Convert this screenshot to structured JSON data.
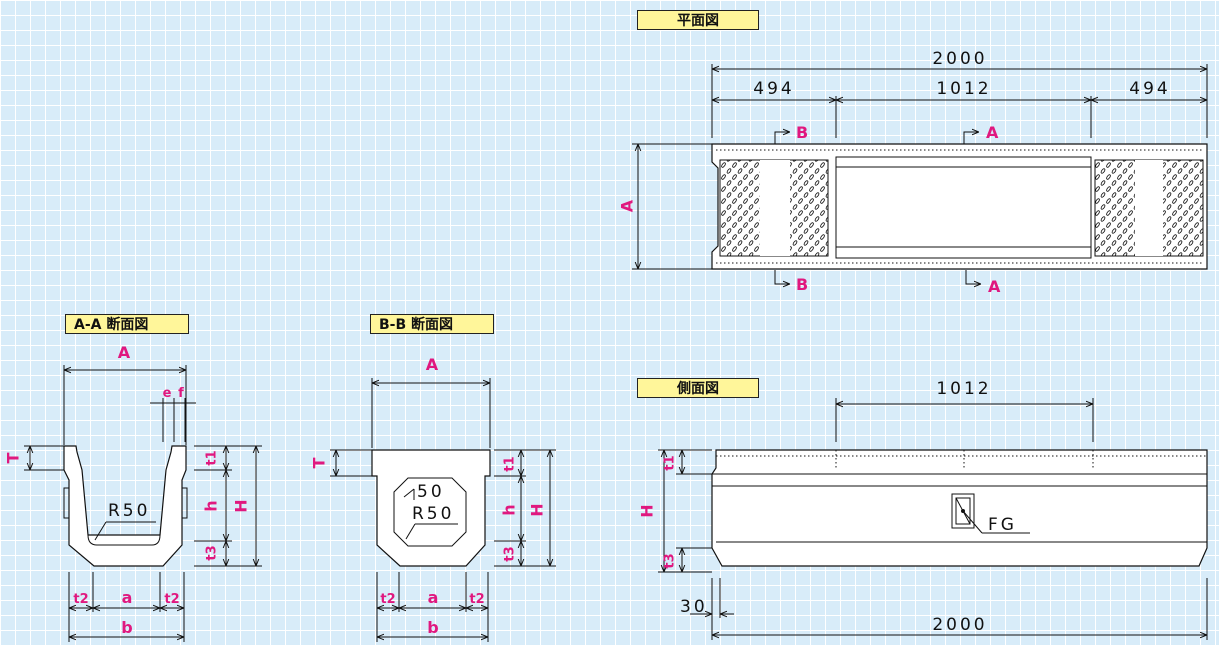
{
  "titles": {
    "plan": "平面図",
    "section_aa": "A-A 断面図",
    "section_bb": "B-B 断面図",
    "side": "側面図"
  },
  "plan": {
    "total": "2000",
    "left": "494",
    "mid": "1012",
    "right": "494",
    "width_label": "A",
    "cut_b": "B",
    "cut_a": "A"
  },
  "section_aa": {
    "width": "A",
    "e": "e",
    "f": "f",
    "T": "T",
    "t1": "t1",
    "h": "h",
    "H": "H",
    "t3": "t3",
    "radius": "R50",
    "t2": "t2",
    "a": "a",
    "b": "b"
  },
  "section_bb": {
    "width": "A",
    "T": "T",
    "t1": "t1",
    "h": "h",
    "H": "H",
    "t3": "t3",
    "chamfer": "50",
    "radius": "R50",
    "t2": "t2",
    "a": "a",
    "b": "b"
  },
  "side": {
    "top": "1012",
    "H": "H",
    "t1": "t1",
    "t3": "t3",
    "fg": "FG",
    "offset": "30",
    "total": "2000"
  }
}
